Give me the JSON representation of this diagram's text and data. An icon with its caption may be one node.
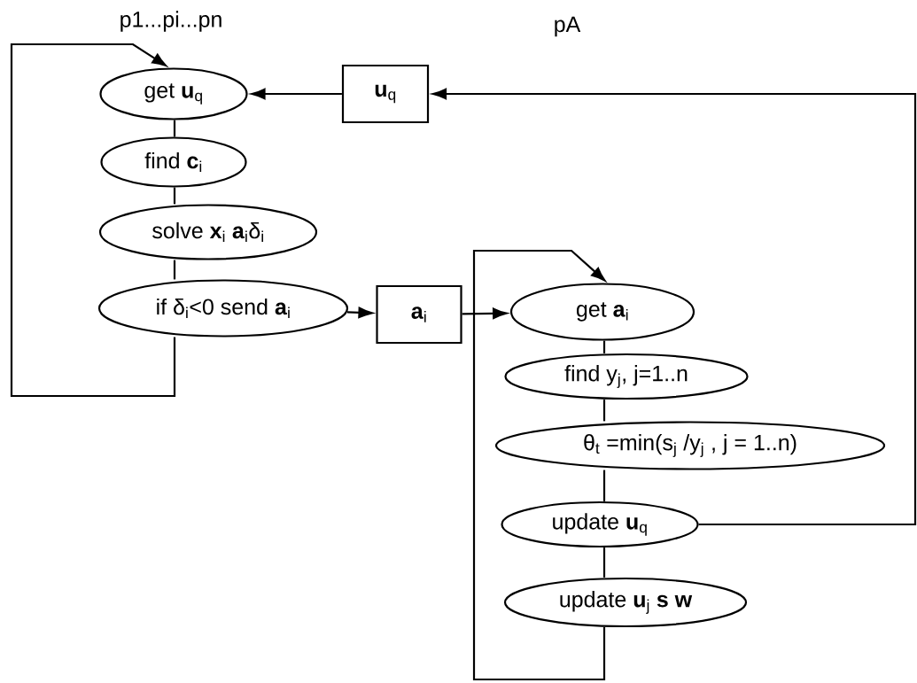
{
  "diagram": {
    "nodes": [
      {
        "text": [
          "get **u**$_{q}$"
        ]
      },
      {
        "text": [
          "find **c**$_{i}$"
        ]
      },
      {
        "text": [
          "solve **x**$_{i}$ **a**$_{i}$δ$_{i}$"
        ]
      },
      {
        "text": [
          "if δ$_{i}$<0 send **a**$_{i}$"
        ]
      },
      {
        "text": [
          "**u**$_{q}$"
        ]
      },
      {
        "text": [
          "**a**$_{i}$"
        ]
      },
      {
        "text": [
          "get **a**$_{i}$"
        ]
      },
      {
        "text": [
          "find y$_{j}$, j=1..n"
        ]
      },
      {
        "text": [
          "θ$_{t}$ =min(s$_{j}$ /y$_{j}$ , j = 1..n)"
        ]
      },
      {
        "text": [
          "update **u**$_{q}$"
        ]
      },
      {
        "text": [
          "update **u**$_{j}$ **s** **w**"
        ]
      }
    ],
    "edges": [
      {
        "from": 0,
        "to": 1,
        "arrow": "none"
      },
      {
        "from": 1,
        "to": 2,
        "arrow": "none"
      },
      {
        "from": 2,
        "to": 3,
        "arrow": "none"
      },
      {
        "from": 3,
        "to": 0,
        "arrow": "to"
      },
      {
        "from": 4,
        "to": 0,
        "arrow": "to"
      },
      {
        "from": 3,
        "to": 5,
        "arrow": "to"
      },
      {
        "from": 5,
        "to": 6,
        "arrow": "to"
      },
      {
        "from": 6,
        "to": 7,
        "arrow": "none"
      },
      {
        "from": 7,
        "to": 8,
        "arrow": "none"
      },
      {
        "from": 8,
        "to": 9,
        "arrow": "none"
      },
      {
        "from": 9,
        "to": 10,
        "arrow": "none"
      },
      {
        "from": 10,
        "to": 6,
        "arrow": "to"
      },
      {
        "from": 9,
        "to": 4,
        "arrow": "to"
      }
    ],
    "labels": [
      "p1...pi...pn",
      "pA"
    ]
  }
}
